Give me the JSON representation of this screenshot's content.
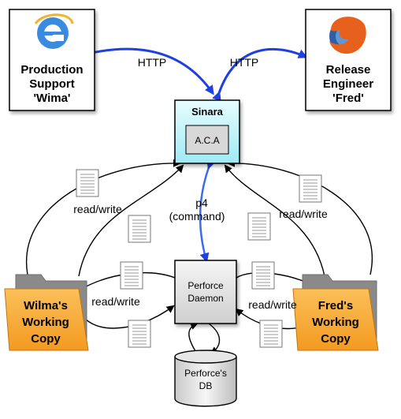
{
  "nodes": {
    "production": {
      "line1": "Production",
      "line2": "Support",
      "line3": "'Wima'",
      "icon": "internet-explorer-icon"
    },
    "release": {
      "line1": "Release",
      "line2": "Engineer",
      "line3": "'Fred'",
      "icon": "firefox-icon"
    },
    "sinara": {
      "title": "Sinara",
      "inner": "A.C.A"
    },
    "perforce": {
      "line1": "Perforce",
      "line2": "Daemon"
    },
    "db": {
      "line1": "Perforce's",
      "line2": "DB"
    },
    "wilma_folder": {
      "line1": "Wilma's",
      "line2": "Working",
      "line3": "Copy"
    },
    "fred_folder": {
      "line1": "Fred's",
      "line2": "Working",
      "line3": "Copy"
    }
  },
  "edges": {
    "http_left": "HTTP",
    "http_right": "HTTP",
    "p4_line1": "p4",
    "p4_line2": "(command)",
    "rw_top_left": "read/write",
    "rw_top_right": "read/write",
    "rw_bottom_left": "read/write",
    "rw_bottom_right": "read/write"
  },
  "colors": {
    "http_arrow": "#1f3fe0",
    "sinara_fill": "#bff6fb",
    "folder_fill": "#f7a93a",
    "folder_back": "#8a8a8a",
    "box_fill": "#ffffff"
  }
}
